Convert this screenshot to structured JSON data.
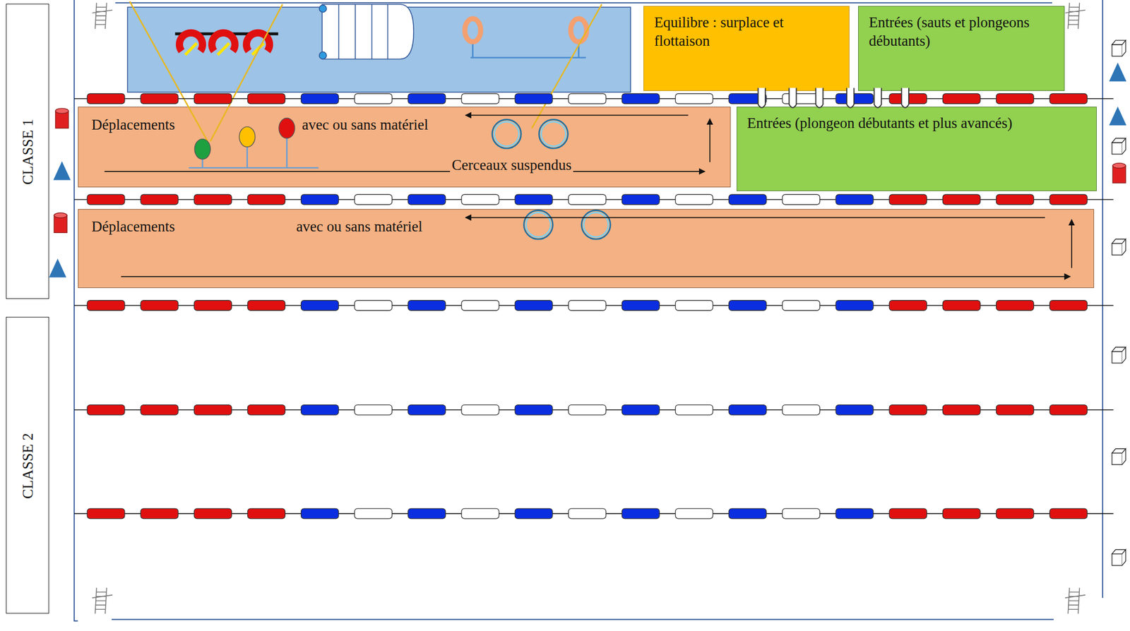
{
  "diagram": {
    "nodes": [
      {
        "text": [
          "CLASSE 1"
        ]
      },
      {
        "text": [
          "CLASSE 2"
        ]
      },
      {
        "text": [
          "Equilibre : surplace et flottaison"
        ]
      },
      {
        "text": [
          "Entrées (sauts et plongeons débutants)"
        ]
      },
      {
        "text": [
          "Déplacements",
          "avec ou sans matériel",
          "Cerceaux suspendus"
        ]
      },
      {
        "text": [
          "Entrées (plongeon débutants et plus avancés)"
        ]
      },
      {
        "text": [
          "Déplacements",
          "avec ou sans matériel"
        ]
      }
    ]
  }
}
